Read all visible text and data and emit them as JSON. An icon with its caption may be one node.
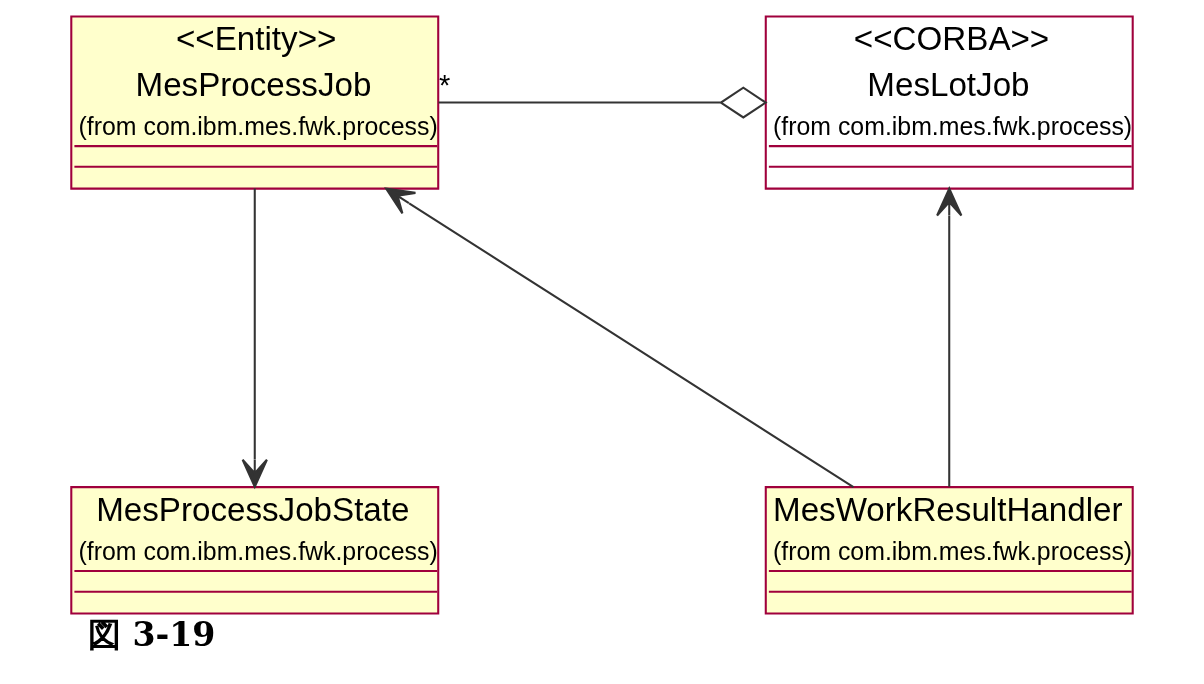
{
  "diagram": {
    "caption": "図 3-19",
    "nodes": [
      {
        "text": [
          "<<CORBA>>",
          "MesLotJob",
          "(from com.ibm.mes.fwk.process)"
        ]
      },
      {
        "text": [
          "<<Entity>>",
          "MesProcessJob",
          "(from com.ibm.mes.fwk.process)"
        ]
      },
      {
        "text": [
          "MesWorkResultHandler",
          "(from com.ibm.mes.fwk.process)"
        ]
      },
      {
        "text": [
          "MesProcessJobState",
          "(from com.ibm.mes.fwk.process)"
        ]
      }
    ],
    "edges": [
      {
        "from": 1,
        "to": 0,
        "arrow": "other",
        "label": "*"
      },
      {
        "from": 2,
        "to": 0,
        "arrow": "to"
      },
      {
        "from": 2,
        "to": 1,
        "arrow": "to"
      },
      {
        "from": 1,
        "to": 3,
        "arrow": "to"
      }
    ]
  }
}
